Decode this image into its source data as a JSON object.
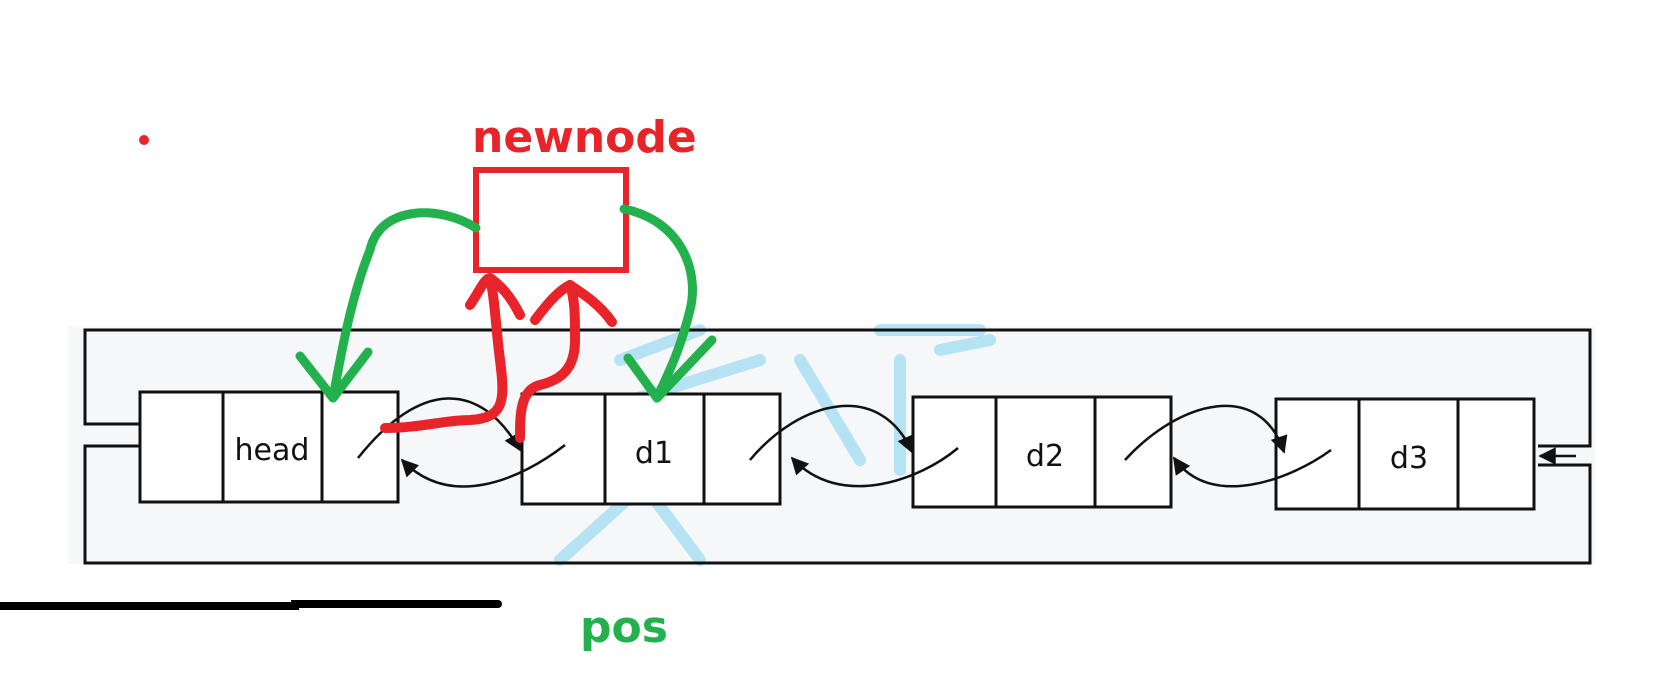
{
  "colors": {
    "annotation_red": "#e8232a",
    "annotation_green": "#22b14c",
    "node_stroke": "#111111",
    "panel_bg": "#f5f7f9",
    "watermark": "#7fd4f0"
  },
  "labels": {
    "newnode": "newnode",
    "pos": "pos"
  },
  "nodes": [
    {
      "label": "head"
    },
    {
      "label": "d1"
    },
    {
      "label": "d2"
    },
    {
      "label": "d3"
    }
  ]
}
